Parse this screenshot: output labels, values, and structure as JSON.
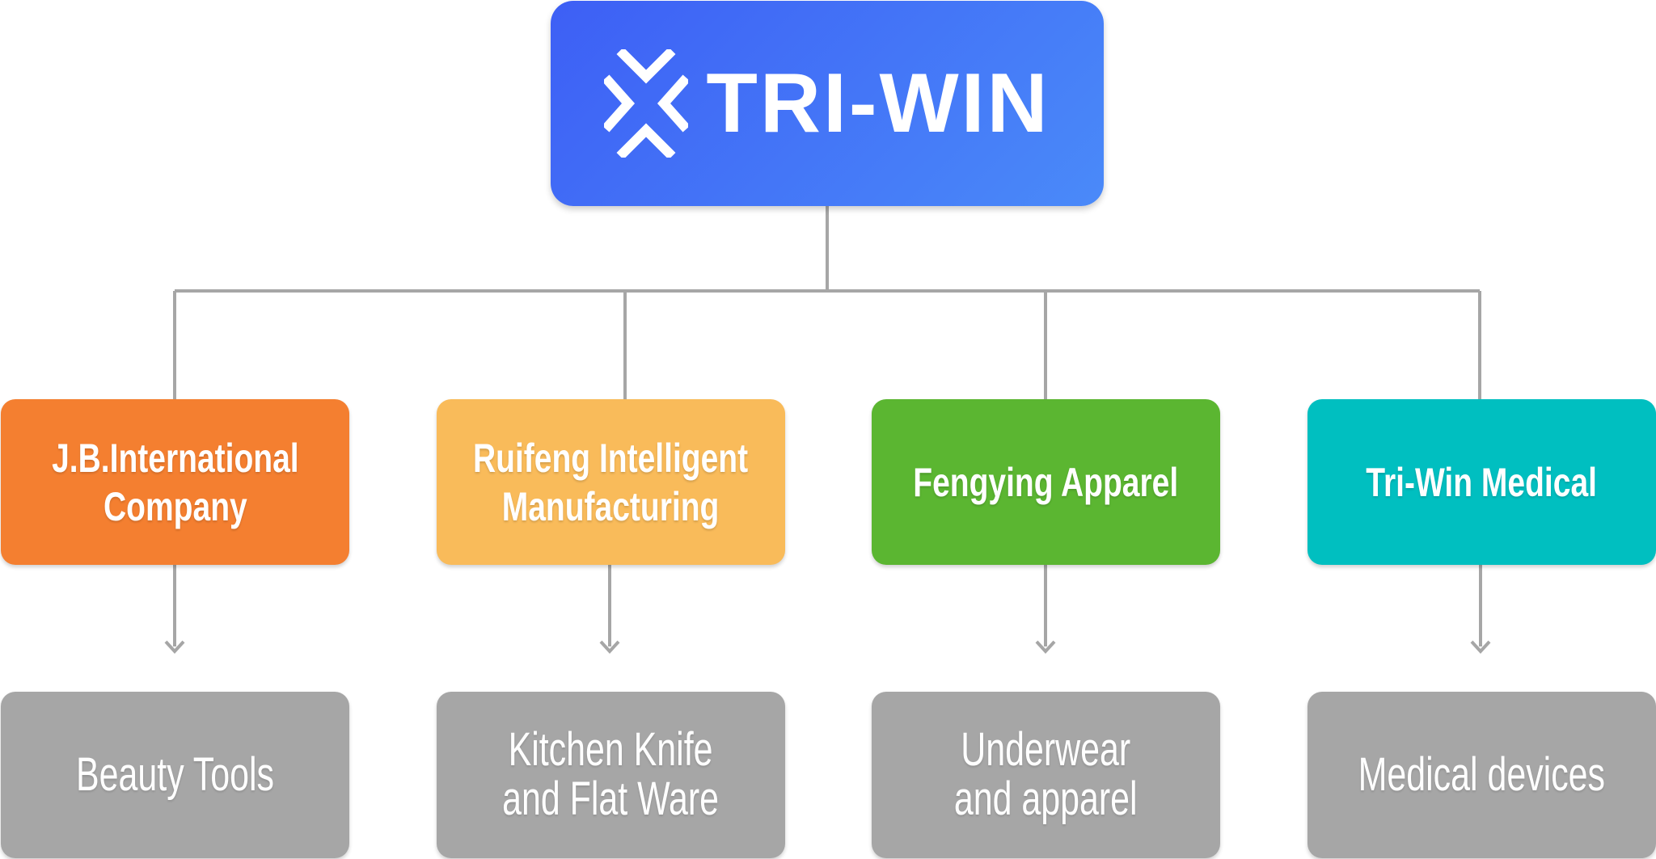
{
  "root": {
    "brand_name": "TRI-WIN",
    "logo_icon": "tri-win-x-arrows-icon",
    "color_start": "#3d5ff5",
    "color_end": "#4a8af9"
  },
  "companies": [
    {
      "line1": "J.B.International",
      "line2": "Company",
      "color": "#f47f30"
    },
    {
      "line1": "Ruifeng Intelligent",
      "line2": "Manufacturing",
      "color": "#f9bb5a"
    },
    {
      "line1": "Fengying Apparel",
      "line2": "",
      "color": "#5bb631"
    },
    {
      "line1": "Tri-Win Medical",
      "line2": "",
      "color": "#00bfc0"
    }
  ],
  "products": [
    {
      "line1": "Beauty Tools",
      "line2": ""
    },
    {
      "line1": "Kitchen Knife",
      "line2": "and Flat Ware"
    },
    {
      "line1": "Underwear",
      "line2": "and apparel"
    },
    {
      "line1": "Medical devices",
      "line2": ""
    }
  ],
  "colors": {
    "product_box": "#a6a6a6",
    "connector": "#a6a6a6",
    "text": "#ffffff"
  }
}
